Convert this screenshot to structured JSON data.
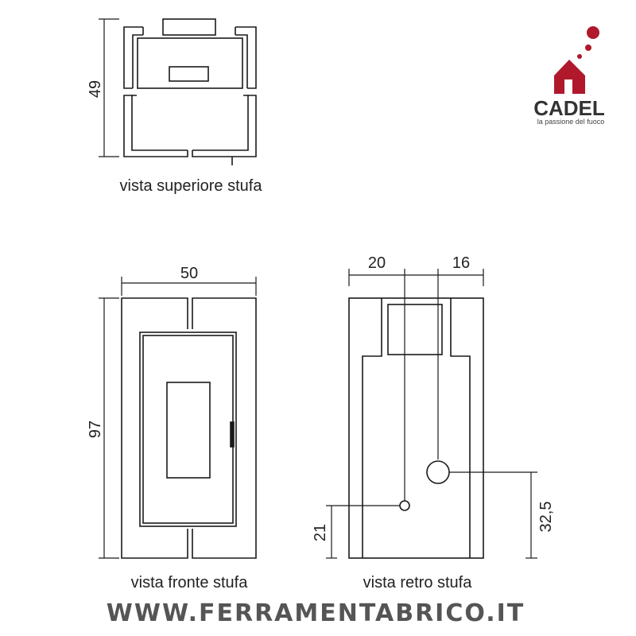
{
  "views": {
    "top": {
      "caption": "vista superiore stufa",
      "depth_label": "49"
    },
    "front": {
      "caption": "vista fronte stufa",
      "width_label": "50",
      "height_label": "97"
    },
    "back": {
      "caption": "vista retro stufa",
      "left_offset_label": "20",
      "right_offset_label": "16",
      "low_outlet_height_label": "21",
      "high_outlet_height_label": "32,5"
    }
  },
  "logo": {
    "brand": "CADEL",
    "tagline": "la passione del fuoco",
    "icon": "house-with-smoke-icon",
    "color": "#b0182b"
  },
  "footer": {
    "site": "WWW.FERRAMENTABRICO.IT"
  },
  "colors": {
    "line": "#1a1a1a",
    "text": "#222222",
    "footer": "#555555"
  }
}
